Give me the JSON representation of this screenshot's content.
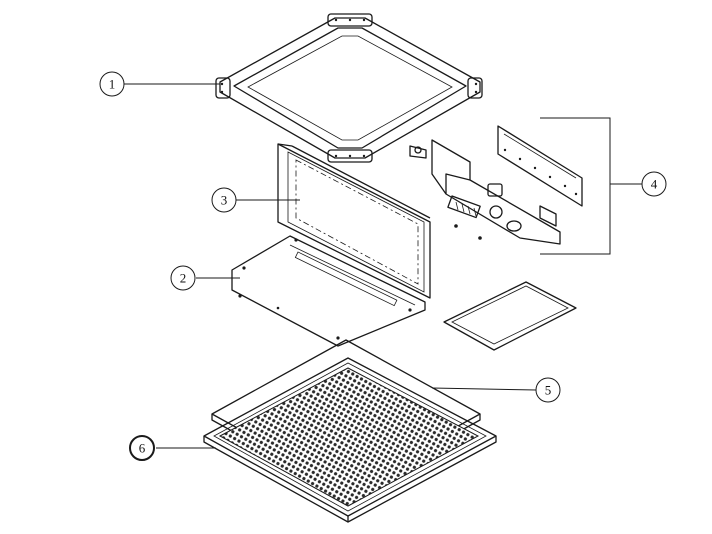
{
  "callouts": [
    {
      "id": "1",
      "label": "1"
    },
    {
      "id": "2",
      "label": "2"
    },
    {
      "id": "3",
      "label": "3"
    },
    {
      "id": "4",
      "label": "4"
    },
    {
      "id": "5",
      "label": "5"
    },
    {
      "id": "6",
      "label": "6"
    }
  ],
  "highlight": {
    "callout": "6",
    "color": "#d93a2b"
  },
  "colors": {
    "line": "#1a1a1a",
    "background": "#ffffff"
  }
}
